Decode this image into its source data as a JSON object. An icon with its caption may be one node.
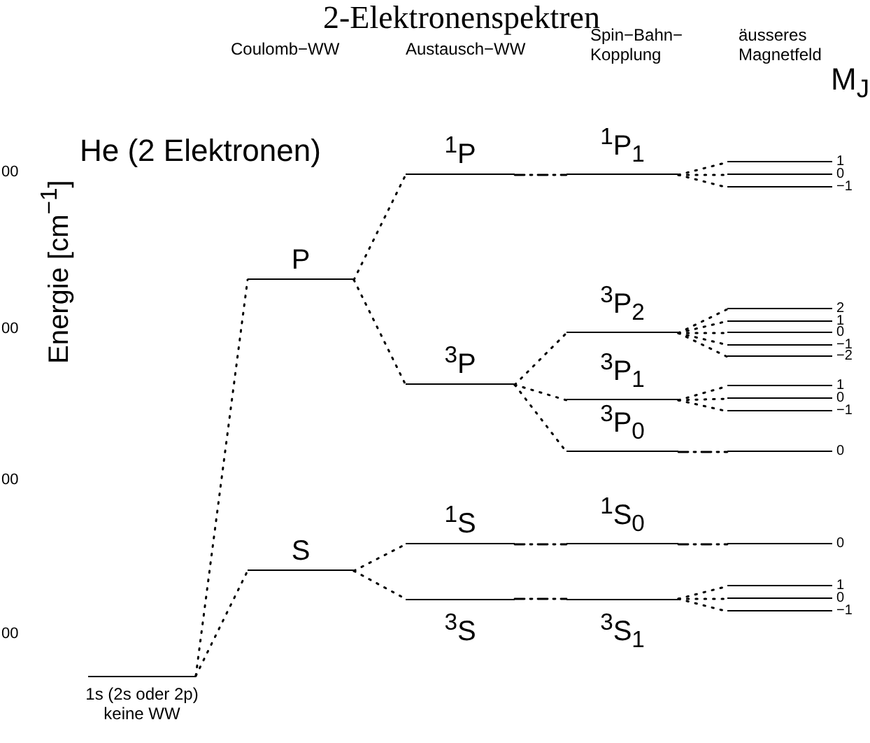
{
  "diagram": {
    "title": "2-Elektronenspektren",
    "nodes": [
      {
        "text": [
          "1s (2s oder 2p) keine WW"
        ]
      },
      {
        "text": [
          "P"
        ]
      },
      {
        "text": [
          "S"
        ]
      },
      {
        "text": [
          "$^{1}$P"
        ]
      },
      {
        "text": [
          "$^{3}$P"
        ]
      },
      {
        "text": [
          "$^{1}$S"
        ]
      },
      {
        "text": [
          "$^{3}$S"
        ]
      },
      {
        "text": [
          "$^{1}$P$_{1}$"
        ]
      },
      {
        "text": [
          "$^{3}$P$_{2}$"
        ]
      },
      {
        "text": [
          "$^{3}$P$_{1}$"
        ]
      },
      {
        "text": [
          "$^{3}$P$_{0}$"
        ]
      },
      {
        "text": [
          "$^{1}$S$_{0}$"
        ]
      },
      {
        "text": [
          "$^{3}$S$_{1}$"
        ]
      },
      {
        "text": [],
        "shape": "bar",
        "beside": [
          "1"
        ]
      },
      {
        "text": [],
        "shape": "bar",
        "beside": [
          "0"
        ]
      },
      {
        "text": [],
        "shape": "bar",
        "beside": [
          "−1"
        ]
      },
      {
        "text": [],
        "shape": "bar",
        "beside": [
          "2"
        ]
      },
      {
        "text": [],
        "shape": "bar",
        "beside": [
          "1"
        ]
      },
      {
        "text": [],
        "shape": "bar",
        "beside": [
          "0"
        ]
      },
      {
        "text": [],
        "shape": "bar",
        "beside": [
          "−1"
        ]
      },
      {
        "text": [],
        "shape": "bar",
        "beside": [
          "−2"
        ]
      },
      {
        "text": [],
        "shape": "bar",
        "beside": [
          "1"
        ]
      },
      {
        "text": [],
        "shape": "bar",
        "beside": [
          "0"
        ]
      },
      {
        "text": [],
        "shape": "bar",
        "beside": [
          "−1"
        ]
      },
      {
        "text": [],
        "shape": "bar",
        "beside": [
          "0"
        ]
      },
      {
        "text": [],
        "shape": "bar",
        "beside": [
          "0"
        ]
      },
      {
        "text": [],
        "shape": "bar",
        "beside": [
          "1"
        ]
      },
      {
        "text": [],
        "shape": "bar",
        "beside": [
          "0"
        ]
      },
      {
        "text": [],
        "shape": "bar",
        "beside": [
          "−1"
        ]
      }
    ],
    "edges": [
      {
        "from": 0,
        "to": 1,
        "arrow": "none"
      },
      {
        "from": 0,
        "to": 2,
        "arrow": "none"
      },
      {
        "from": 1,
        "to": 3,
        "arrow": "none"
      },
      {
        "from": 1,
        "to": 4,
        "arrow": "none"
      },
      {
        "from": 2,
        "to": 5,
        "arrow": "none"
      },
      {
        "from": 2,
        "to": 6,
        "arrow": "none"
      },
      {
        "from": 3,
        "to": 7,
        "arrow": "none",
        "style": "dashed"
      },
      {
        "from": 4,
        "to": 8,
        "arrow": "none"
      },
      {
        "from": 4,
        "to": 9,
        "arrow": "none"
      },
      {
        "from": 4,
        "to": 10,
        "arrow": "none"
      },
      {
        "from": 5,
        "to": 11,
        "arrow": "none",
        "style": "dashed"
      },
      {
        "from": 6,
        "to": 12,
        "arrow": "none",
        "style": "dashed"
      },
      {
        "from": 7,
        "to": 13,
        "arrow": "none"
      },
      {
        "from": 7,
        "to": 14,
        "arrow": "none"
      },
      {
        "from": 7,
        "to": 15,
        "arrow": "none"
      },
      {
        "from": 8,
        "to": 16,
        "arrow": "none"
      },
      {
        "from": 8,
        "to": 17,
        "arrow": "none"
      },
      {
        "from": 8,
        "to": 18,
        "arrow": "none"
      },
      {
        "from": 8,
        "to": 19,
        "arrow": "none"
      },
      {
        "from": 8,
        "to": 20,
        "arrow": "none"
      },
      {
        "from": 9,
        "to": 21,
        "arrow": "none"
      },
      {
        "from": 9,
        "to": 22,
        "arrow": "none"
      },
      {
        "from": 9,
        "to": 23,
        "arrow": "none"
      },
      {
        "from": 10,
        "to": 24,
        "arrow": "none",
        "style": "dashed"
      },
      {
        "from": 11,
        "to": 25,
        "arrow": "none",
        "style": "dashed"
      },
      {
        "from": 12,
        "to": 26,
        "arrow": "none"
      },
      {
        "from": 12,
        "to": 27,
        "arrow": "none"
      },
      {
        "from": 12,
        "to": 28,
        "arrow": "none"
      }
    ],
    "labels": [
      "Coulomb−WW",
      "Austausch−WW",
      "Spin−Bahn− Kopplung",
      "äusseres Magnetfeld",
      "M$_{J}$",
      "00",
      "He (2 Elektronen)",
      "Energie [cm$^{−1}$]",
      "00",
      "00",
      "00"
    ]
  }
}
